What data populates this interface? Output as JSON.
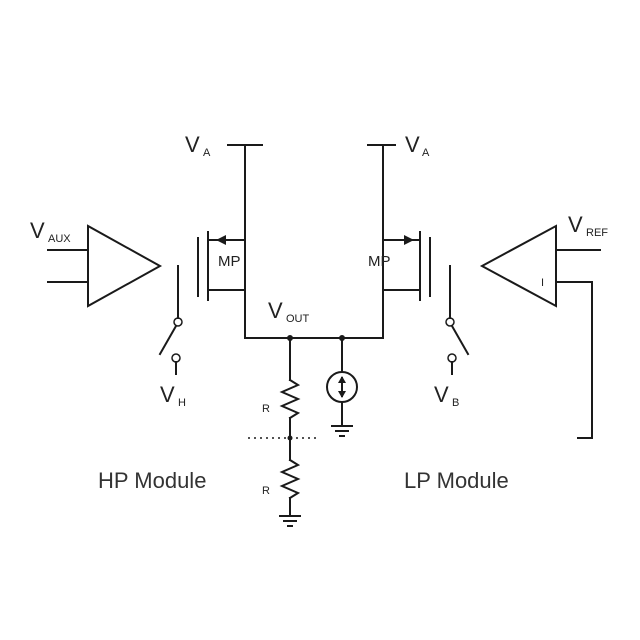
{
  "labels": {
    "supply_left": "V",
    "supply_left_sub": "A",
    "supply_right": "V",
    "supply_right_sub": "A",
    "input_left": "V",
    "input_left_sub": "AUX",
    "input_right": "V",
    "input_right_sub": "REF",
    "amp_pin": "I",
    "transistor_left": "MP",
    "transistor_right": "MP",
    "switch_left": "V",
    "switch_left_sub": "H",
    "switch_right": "V",
    "switch_right_sub": "B",
    "output": "V",
    "output_sub": "OUT",
    "resistor_top": "R",
    "resistor_bottom": "R",
    "hp_module": "HP Module",
    "lp_module": "LP Module"
  },
  "colors": {
    "line": "#1a1a1a",
    "background": "#ffffff"
  }
}
